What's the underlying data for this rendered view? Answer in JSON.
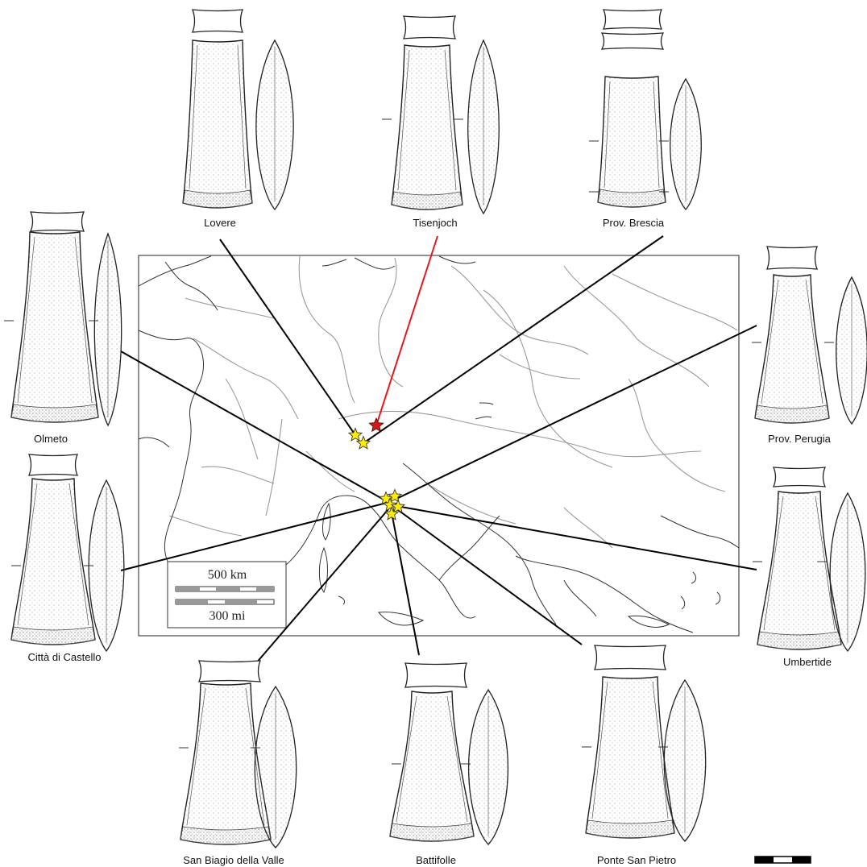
{
  "map": {
    "scale_km": "500 km",
    "scale_mi": "300 mi"
  },
  "artifacts": {
    "lovere": "Lovere",
    "tisenjoch": "Tisenjoch",
    "prov_brescia": "Prov. Brescia",
    "olmeto": "Olmeto",
    "prov_perugia": "Prov. Perugia",
    "citta_di_castello": "Città di Castello",
    "umbertide": "Umbertide",
    "san_biagio": "San Biagio della Valle",
    "battifolle": "Battifolle",
    "ponte_san_pietro": "Ponte San Pietro"
  },
  "colors": {
    "leader": "#000000",
    "highlight_leader": "#e31a1c",
    "star_fill": "#ffee00",
    "highlight_star": "#d7191c",
    "river": "#9a9a9a",
    "coast": "#333333"
  }
}
